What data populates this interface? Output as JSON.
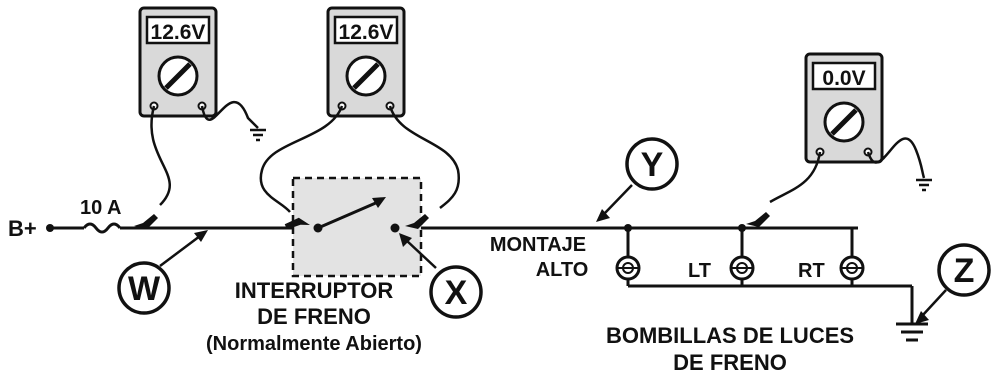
{
  "supply": {
    "label": "B+"
  },
  "fuse": {
    "label": "10 A"
  },
  "meters": [
    {
      "reading": "12.6V"
    },
    {
      "reading": "12.6V"
    },
    {
      "reading": "0.0V"
    }
  ],
  "callouts": {
    "w": "W",
    "x": "X",
    "y": "Y",
    "z": "Z"
  },
  "switch": {
    "line1": "INTERRUPTOR",
    "line2": "DE FRENO",
    "line3": "(Normalmente Abierto)"
  },
  "bulbs": {
    "high_mount_line1": "MONTAJE",
    "high_mount_line2": "ALTO",
    "left": "LT",
    "right": "RT",
    "caption_line1": "BOMBILLAS DE LUCES",
    "caption_line2": "DE FRENO"
  },
  "colors": {
    "ink": "#111111",
    "meter_body": "#d9d9d9",
    "switch_box": "#e3e3e3",
    "paper": "#ffffff"
  }
}
